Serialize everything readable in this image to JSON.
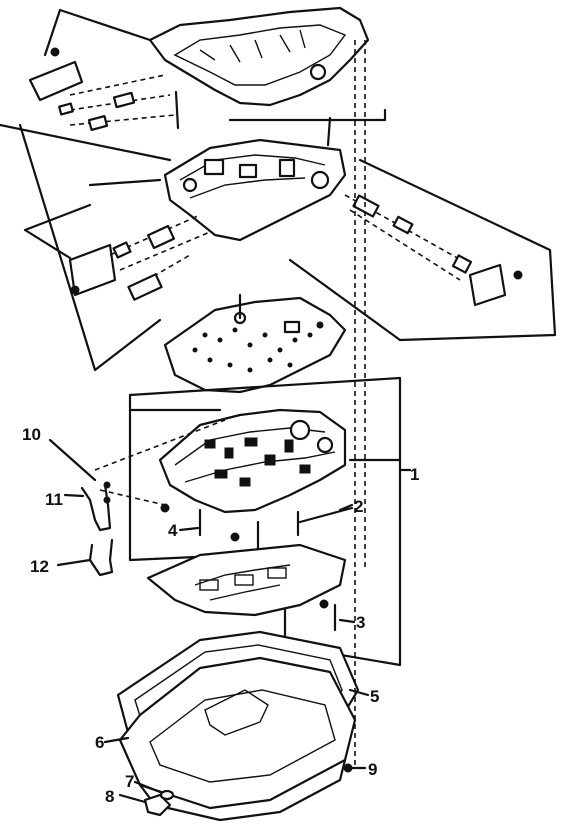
{
  "callouts": [
    {
      "id": "1",
      "label": "1"
    },
    {
      "id": "2",
      "label": "2"
    },
    {
      "id": "3",
      "label": "3"
    },
    {
      "id": "5",
      "label": "5"
    },
    {
      "id": "6",
      "label": "6"
    },
    {
      "id": "4",
      "label": "4"
    },
    {
      "id": "7",
      "label": "7"
    },
    {
      "id": "8",
      "label": "8"
    },
    {
      "id": "9",
      "label": "9"
    },
    {
      "id": "10",
      "label": "10"
    },
    {
      "id": "11",
      "label": "11"
    },
    {
      "id": "12",
      "label": "12"
    }
  ],
  "colors": {
    "ink": "#111111",
    "paper": "#ffffff"
  }
}
